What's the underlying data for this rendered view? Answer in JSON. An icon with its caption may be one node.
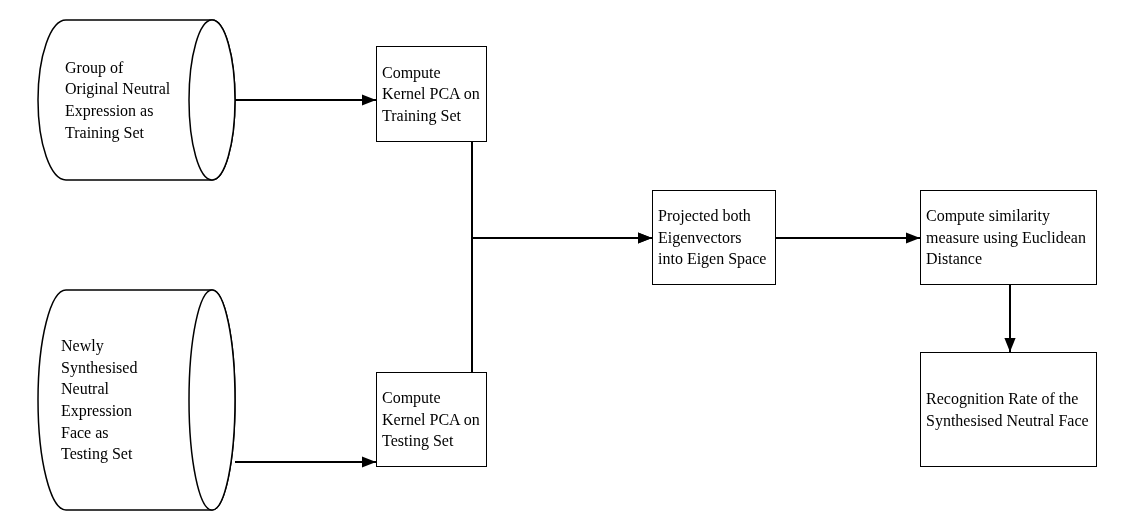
{
  "diagram": {
    "nodes": [
      {
        "text": [
          "Group of Original Neutral Expression as Training Set"
        ]
      },
      {
        "text": [
          "Compute Kernel PCA on Training Set"
        ]
      },
      {
        "text": [
          "Newly Synthesised Neutral Expression Face as Testing Set"
        ]
      },
      {
        "text": [
          "Compute Kernel PCA on Testing Set"
        ]
      },
      {
        "text": [
          "Projected both Eigenvectors into Eigen Space"
        ]
      },
      {
        "text": [
          "Compute similarity measure using Euclidean Distance"
        ]
      },
      {
        "text": [
          "Recognition Rate of the Synthesised Neutral Face"
        ]
      }
    ],
    "edges": [
      {
        "from": 0,
        "to": 1,
        "arrow": "to"
      },
      {
        "from": 2,
        "to": 3,
        "arrow": "to"
      },
      {
        "from": 1,
        "to": 4,
        "arrow": "to"
      },
      {
        "from": 3,
        "to": 4,
        "arrow": "to"
      },
      {
        "from": 4,
        "to": 5,
        "arrow": "to"
      },
      {
        "from": 5,
        "to": 6,
        "arrow": "to"
      }
    ]
  }
}
